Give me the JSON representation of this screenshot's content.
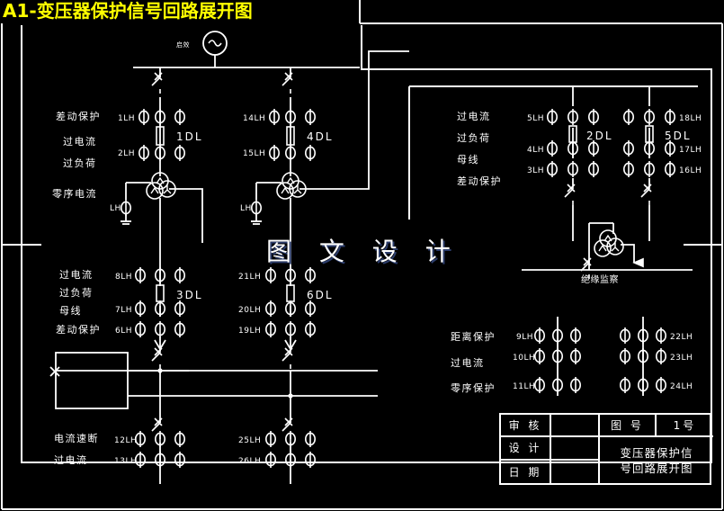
{
  "drawing": {
    "title": "A1-变压器保护信号回路展开图",
    "watermark": "图 文 设 计",
    "source_label": "启效"
  },
  "colors": {
    "background": "#000000",
    "lines": "#ffffff",
    "title": "#ffff00",
    "watermark_shadow": "#2b3c6b"
  },
  "panels": {
    "p1": {
      "breaker": "1DL",
      "rows": [
        "差动保护",
        "过电流",
        "过负荷",
        "零序电流"
      ],
      "terminals": [
        "1LH",
        "2LH"
      ],
      "ct_label": "LH"
    },
    "p4": {
      "breaker": "4DL",
      "terminals": [
        "14LH",
        "15LH"
      ],
      "ct_label": "LH"
    },
    "p2": {
      "breaker": "2DL",
      "rows": [
        "过电流",
        "过负荷",
        "母线",
        "差动保护"
      ],
      "terminals": [
        "5LH",
        "4LH",
        "3LH"
      ]
    },
    "p5": {
      "breaker": "5DL",
      "terminals": [
        "18LH",
        "17LH",
        "16LH"
      ]
    },
    "p3": {
      "breaker": "3DL",
      "rows": [
        "过电流",
        "过负荷",
        "母线",
        "差动保护"
      ],
      "terminals": [
        "8LH",
        "7LH",
        "6LH"
      ]
    },
    "p6": {
      "breaker": "6DL",
      "terminals": [
        "21LH",
        "20LH",
        "19LH"
      ]
    },
    "distance": {
      "rows": [
        "距离保护",
        "过电流",
        "零序保护"
      ],
      "terminals_left": [
        "9LH",
        "10LH",
        "11LH"
      ],
      "terminals_right": [
        "22LH",
        "23LH",
        "24LH"
      ]
    },
    "insulation": {
      "label": "绝缘监察"
    },
    "bottom": {
      "rows": [
        "电流速断",
        "过电流"
      ],
      "terminals_left": [
        "12LH",
        "13LH"
      ],
      "terminals_right": [
        "25LH",
        "26LH"
      ]
    }
  },
  "title_block": {
    "r1c1": "审 核",
    "r1c2": "",
    "r1c3a": "图 号",
    "r1c3b": "1号",
    "r2c1": "设 计",
    "r2c2": "",
    "r3c1": "日 期",
    "r3c2": "",
    "name_line1": "变压器保护信",
    "name_line2": "号回路展开图"
  }
}
